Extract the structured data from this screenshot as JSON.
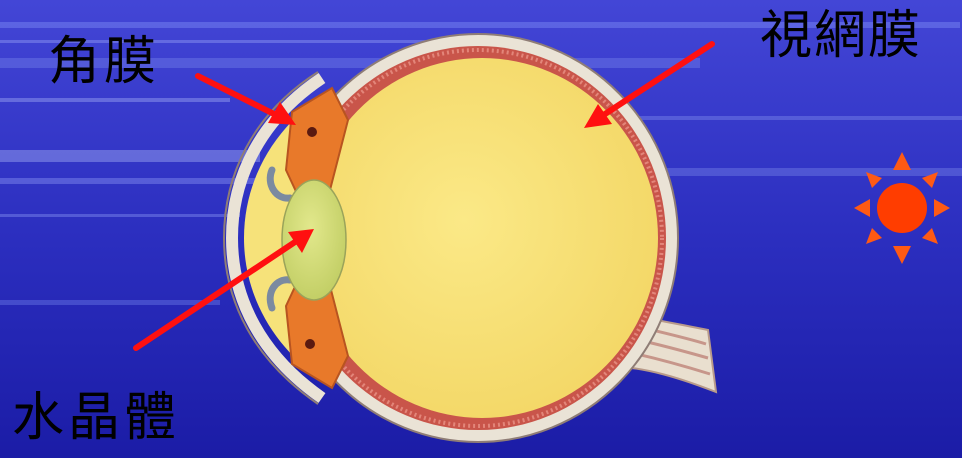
{
  "labels": {
    "cornea": "角膜",
    "retina": "視網膜",
    "lens": "水晶體"
  },
  "icons": {
    "sun": "sun-icon"
  },
  "colors": {
    "background_top": "#3c3fd0",
    "background_bottom": "#1e1ea8",
    "arrow": "#ff1010",
    "eyeball_fill": "#f7e37a",
    "sclera": "#eae3d6",
    "retina_band": "#c9554a",
    "iris": "#e8792a",
    "lens_fill": "#d8e07a",
    "sun_core": "#ff3d00",
    "sun_rays": "#ff5a14"
  }
}
